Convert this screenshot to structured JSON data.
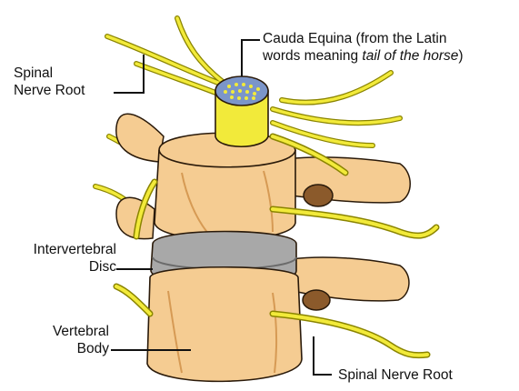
{
  "labels": {
    "cauda_equina": {
      "line1": "Cauda Equina (from the Latin",
      "line2_prefix": "words meaning ",
      "line2_italic": "tail of the horse",
      "line2_suffix": ")"
    },
    "spinal_nerve_root_top": {
      "line1": "Spinal",
      "line2": "Nerve Root"
    },
    "intervertebral_disc": {
      "line1": "Intervertebral",
      "line2": "Disc"
    },
    "vertebral_body": {
      "line1": "Vertebral",
      "line2": "Body"
    },
    "spinal_nerve_root_bottom": {
      "line1": "Spinal Nerve Root"
    }
  },
  "colors": {
    "bone": "#f5cc92",
    "bone_shadow": "#d69a54",
    "bone_outline": "#2a1a0a",
    "nerve": "#f2ea3a",
    "nerve_outline": "#8a8400",
    "disc": "#a8a8a8",
    "cord_cap": "#7b95c9",
    "leader_line": "#111111"
  }
}
